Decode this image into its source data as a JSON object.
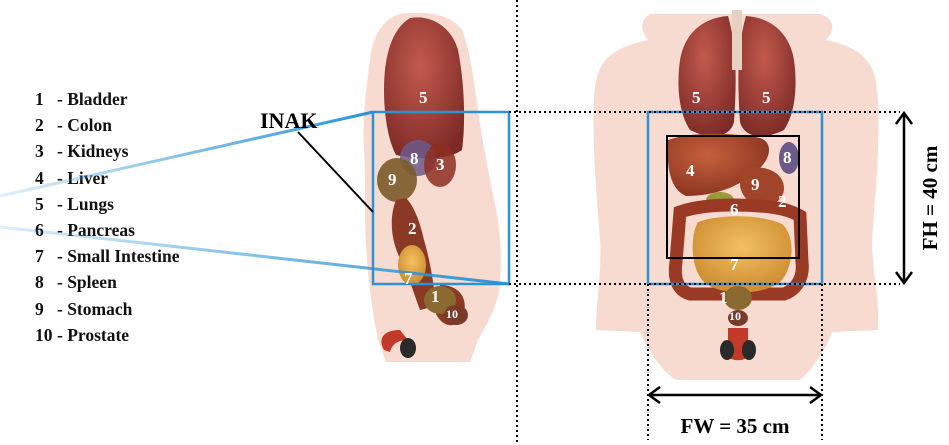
{
  "legend": [
    {
      "num": "1",
      "name": "- Bladder"
    },
    {
      "num": "2",
      "name": "- Colon"
    },
    {
      "num": "3",
      "name": "- Kidneys"
    },
    {
      "num": "4",
      "name": "- Liver"
    },
    {
      "num": "5",
      "name": "- Lungs"
    },
    {
      "num": "6",
      "name": "- Pancreas"
    },
    {
      "num": "7",
      "name": "- Small Intestine"
    },
    {
      "num": "8",
      "name": "- Spleen"
    },
    {
      "num": "9",
      "name": "- Stomach"
    },
    {
      "num": "10",
      "name": "- Prostate"
    }
  ],
  "inak_label": "INAK",
  "fh_label": "FH = 40 cm",
  "fw_label": "FW = 35 cm",
  "colors": {
    "frame_blue": "#2a93d5",
    "skin": "#f6cfc0",
    "lung": "#a6403c",
    "liver": "#a8452c",
    "intestine": "#d99a3a",
    "colon": "#9a3a24"
  },
  "side_labels": {
    "lungs": "5",
    "spleen": "8",
    "kidneys": "3",
    "stomach": "9",
    "colon": "2",
    "small_intestine": "7",
    "bladder": "1",
    "prostate": "10"
  },
  "front_labels": {
    "lung_left": "5",
    "lung_right": "5",
    "spleen": "8",
    "liver": "4",
    "stomach": "9",
    "pancreas": "6",
    "colon": "2",
    "small_intestine": "7",
    "bladder": "1",
    "prostate": "10"
  }
}
